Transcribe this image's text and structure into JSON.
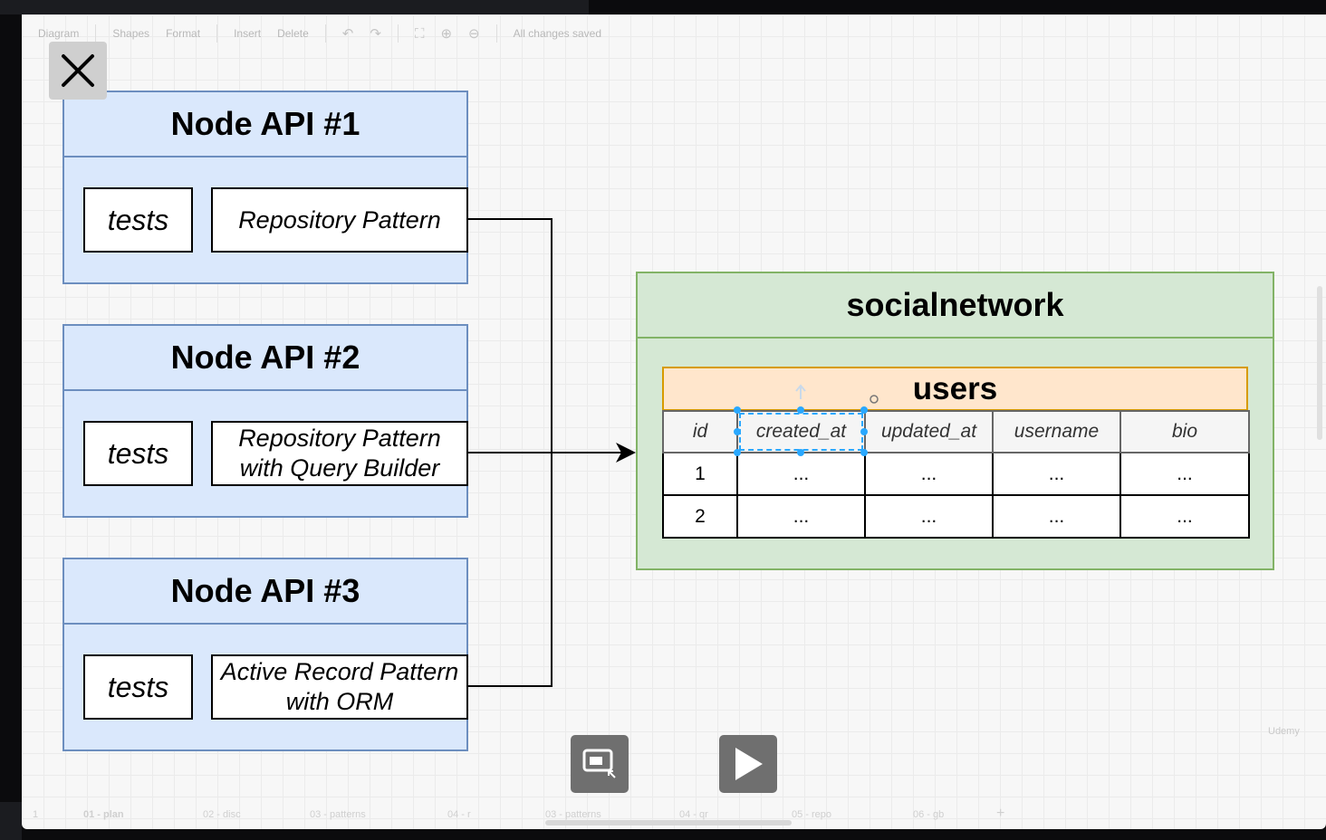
{
  "toolbar": {
    "diagram_menu": "Diagram",
    "shapes": "Shapes",
    "format": "Format",
    "insert": "Insert",
    "delete": "Delete",
    "status": "All changes saved"
  },
  "apis": [
    {
      "title": "Node API #1",
      "tests": "tests",
      "pattern_line1": "Repository Pattern",
      "pattern_line2": ""
    },
    {
      "title": "Node API #2",
      "tests": "tests",
      "pattern_line1": "Repository Pattern",
      "pattern_line2": "with Query Builder"
    },
    {
      "title": "Node API #3",
      "tests": "tests",
      "pattern_line1": "Active Record Pattern",
      "pattern_line2": "with ORM"
    }
  ],
  "database": {
    "name": "socialnetwork",
    "table_name": "users",
    "columns": [
      "id",
      "created_at",
      "updated_at",
      "username",
      "bio"
    ],
    "rows": [
      [
        "1",
        "...",
        "...",
        "...",
        "..."
      ],
      [
        "2",
        "...",
        "...",
        "...",
        "..."
      ]
    ]
  },
  "bottom_tabs": [
    "1",
    "01 - plan",
    "02 - disc",
    "03 - patterns",
    "04 - r",
    "03 - patterns",
    "04 - qr",
    "05 - repo",
    "06 - gb"
  ],
  "watermark": "Udemy",
  "colors": {
    "api_fill": "#dae8fc",
    "api_stroke": "#6c8ebf",
    "db_fill": "#d5e8d4",
    "db_stroke": "#82b366",
    "table_title_fill": "#ffe6cc",
    "table_title_stroke": "#d79b00",
    "selection": "#29a8ff"
  }
}
